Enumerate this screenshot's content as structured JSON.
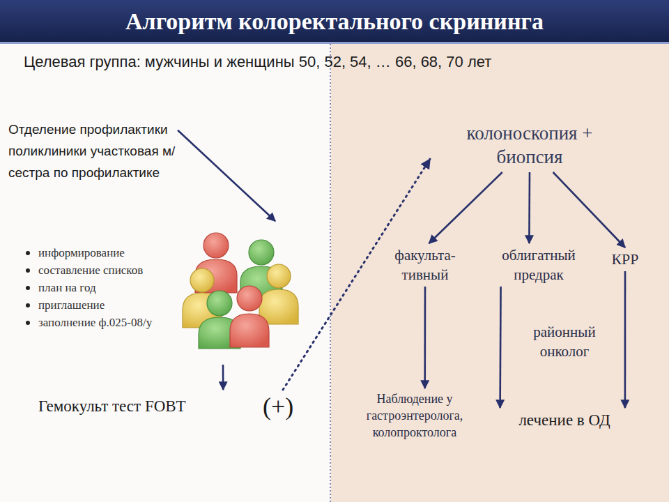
{
  "diagram": {
    "title": "Алгоритм колоректального скрининга",
    "nodes": [
      {
        "text": [
          "Отделение профилактики поликлиники участковая м/сестра по профилактике"
        ]
      },
      {
        "text": [
          "информирование",
          "составление списков",
          "план на год",
          "приглашение",
          "заполнение ф.025-08/у"
        ]
      },
      {
        "text": [
          "Гемокульт тест FOBT",
          "(+)"
        ]
      },
      {
        "text": [
          "колоноскопия + биопсия"
        ]
      },
      {
        "text": [
          "факульта- тивный"
        ]
      },
      {
        "text": [
          "облигатный предрак"
        ]
      },
      {
        "text": [
          "КРР"
        ]
      },
      {
        "text": [
          "Наблюдение у гастроэнтеролога, колопроктолога"
        ]
      },
      {
        "text": [
          "лечение в ОД"
        ]
      }
    ],
    "edges": [
      {
        "from": 0,
        "to": 1,
        "arrow": "to"
      },
      {
        "from": 1,
        "to": 2,
        "arrow": "to"
      },
      {
        "from": 2,
        "to": 3,
        "arrow": "to"
      },
      {
        "from": 3,
        "to": 4,
        "arrow": "to"
      },
      {
        "from": 3,
        "to": 5,
        "arrow": "to"
      },
      {
        "from": 3,
        "to": 6,
        "arrow": "to"
      },
      {
        "from": 4,
        "to": 7,
        "arrow": "to"
      },
      {
        "from": 5,
        "to": 8,
        "arrow": "to"
      },
      {
        "from": 6,
        "to": 8,
        "arrow": "to"
      }
    ],
    "labels": [
      "Целевая группа: мужчины и женщины 50, 52, 54, … 66, 68, 70 лет",
      "районный онколог"
    ]
  }
}
